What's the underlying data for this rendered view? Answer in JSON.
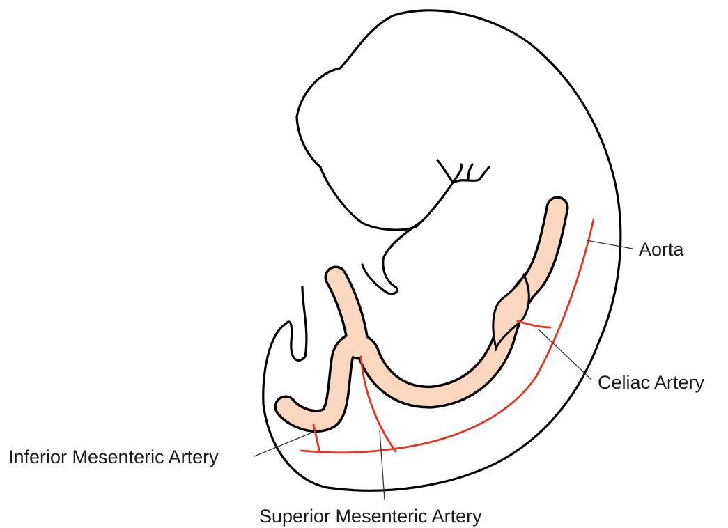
{
  "labels": {
    "aorta": "Aorta",
    "celiac": "Celiac Artery",
    "superior_mesenteric": "Superior Mesenteric Artery",
    "inferior_mesenteric": "Inferior Mesenteric Artery"
  },
  "colors": {
    "outline": "#000000",
    "artery": "#e8321e",
    "gut": "#f9d7bf",
    "leader": "#333333",
    "text": "#1a1a1a"
  }
}
